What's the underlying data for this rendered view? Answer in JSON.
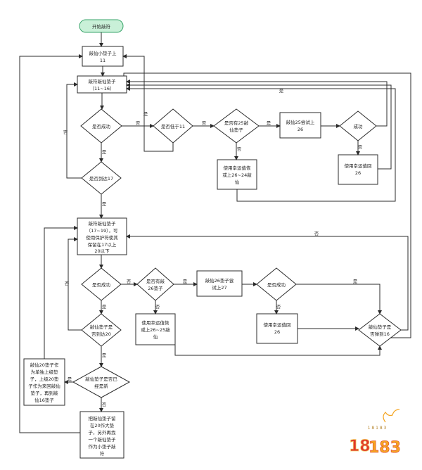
{
  "nodes": {
    "start": "开始敲符",
    "upgrade_small": [
      "敲仙小垫子上",
      "11"
    ],
    "forge_11_16": [
      "敲符敲仙垫子",
      "（11~16）"
    ],
    "ok1": "是否成功",
    "below11": "是否低于11",
    "has25": [
      "是否有25敲",
      "仙垫子"
    ],
    "try26": [
      "敲仙25尝试上",
      "26"
    ],
    "ok2": "成功",
    "use_rollback_1": [
      "使用幸运值恢",
      "或上26~24敲",
      "仙"
    ],
    "use_value_26": [
      "使用幸运值回",
      "26"
    ],
    "reach17": "是否到达17",
    "forge_17_19": [
      "敲符敲仙垫子",
      "（17~19），可",
      "使用保护符使其",
      "保留在17以上",
      "20以下"
    ],
    "ok3": "是否成功",
    "has26": [
      "是否有敲",
      "26垫子"
    ],
    "try27": [
      "敲仙26垫子尝",
      "试上27"
    ],
    "ok4": "是否成功",
    "use_rollback_2": [
      "使用幸运值恢",
      "或上26~25敲",
      "仙"
    ],
    "use_value_26b": [
      "使用幸运值回",
      "26"
    ],
    "reach20": [
      "敲仙垫子是",
      "否到达20"
    ],
    "reach16": [
      "敲仙垫子是",
      "否弹到16"
    ],
    "done_check": [
      "敲仙垫子是否已",
      "经是新"
    ],
    "left_box": [
      "敲仙20垫子作",
      "为单独上级垫",
      "子，上级20垫",
      "子作为来回敲仙",
      "垫子，再到敲",
      "仙16垫子"
    ],
    "bottom_box": [
      "把敲仙垫子留",
      "在20作大垫",
      "子，另外再找",
      "一个敲仙垫子",
      "作为小垫子敲",
      "符"
    ]
  },
  "labels": {
    "yes": "是",
    "no": "否"
  },
  "logo": {
    "text_a": "18",
    "text_b": "183",
    "text_small": "1 8 1 8 3"
  },
  "colors": {
    "start_fill": "#c9f0d8",
    "start_stroke": "#3aa56b",
    "logo_red": "#e0392b",
    "logo_yellow": "#f5a623"
  }
}
